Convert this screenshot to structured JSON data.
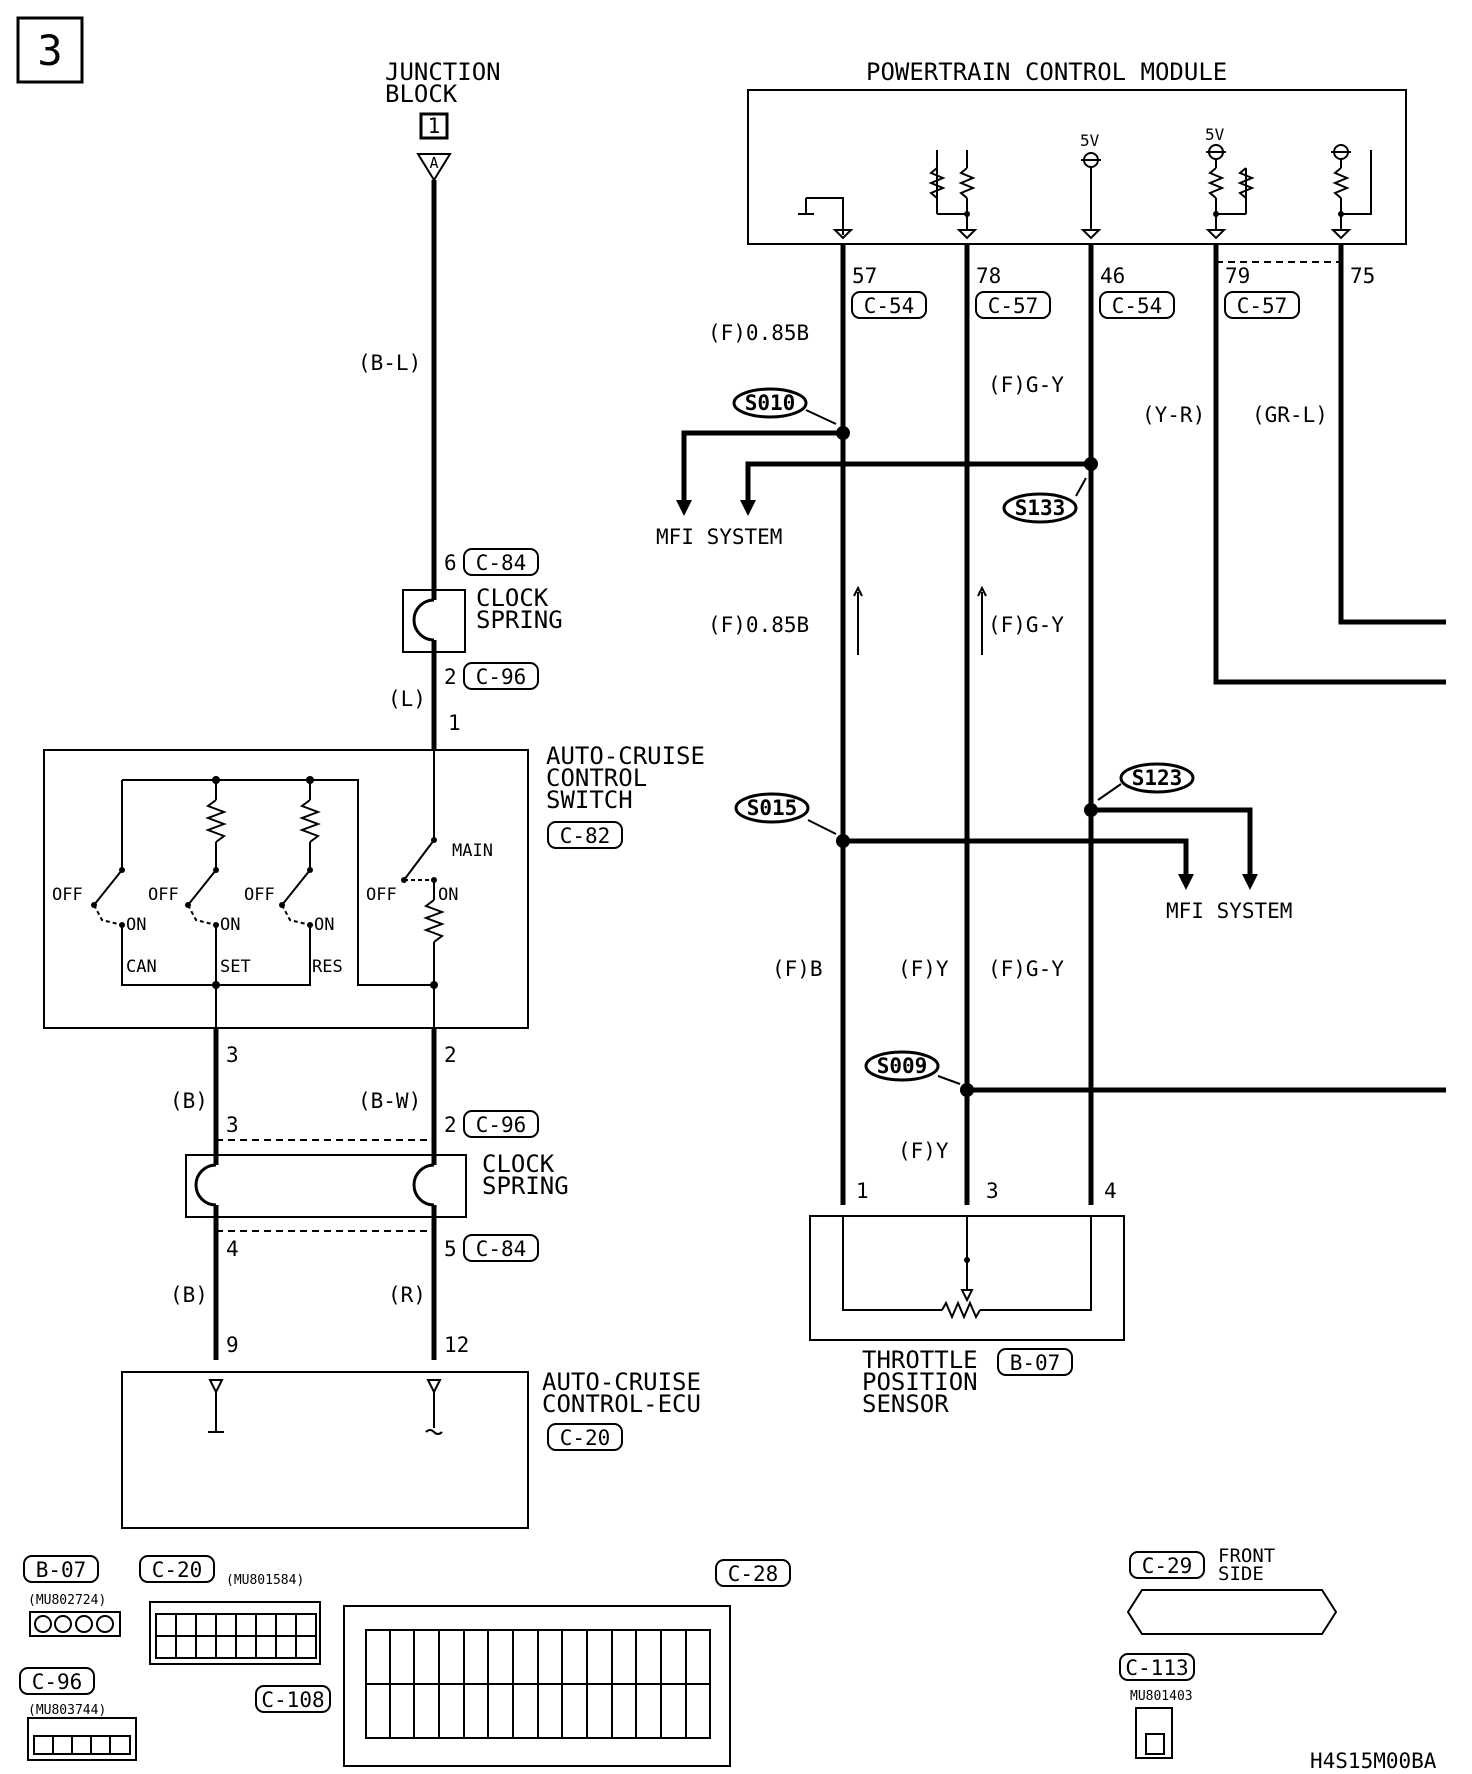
{
  "page_number": "3",
  "footer_code": "H4S15M00BA",
  "junction_block": {
    "title_line1": "JUNCTION",
    "title_line2": "BLOCK",
    "ref": "1",
    "terminal": "A"
  },
  "pcm": {
    "title": "POWERTRAIN CONTROL MODULE",
    "v1": "5V",
    "v2": "5V"
  },
  "pins": {
    "p57": "57",
    "p78": "78",
    "p46": "46",
    "p79": "79",
    "p75": "75",
    "c6": "6",
    "c2": "2",
    "c1": "1",
    "s3": "3",
    "s2": "2",
    "k3": "3",
    "k2": "2",
    "k4": "4",
    "k5": "5",
    "e9": "9",
    "e12": "12",
    "t1": "1",
    "t3": "3",
    "t4": "4"
  },
  "connectors": {
    "c54a": "C-54",
    "c57a": "C-57",
    "c54b": "C-54",
    "c57b": "C-57",
    "c84a": "C-84",
    "c96a": "C-96",
    "c82": "C-82",
    "c96b": "C-96",
    "c84b": "C-84",
    "c20": "C-20",
    "b07": "B-07"
  },
  "wires": {
    "bl": "(B-L)",
    "l": "(L)",
    "b1": "(B)",
    "bw": "(B-W)",
    "b2": "(B)",
    "r": "(R)",
    "f085b_1": "(F)0.85B",
    "fgy_1": "(F)G-Y",
    "yr": "(Y-R)",
    "grl": "(GR-L)",
    "f085b_2": "(F)0.85B",
    "fgy_2": "(F)G-Y",
    "fb": "(F)B",
    "fy_1": "(F)Y",
    "fgy_3": "(F)G-Y",
    "fy_2": "(F)Y"
  },
  "splices": {
    "s010": "S010",
    "s133": "S133",
    "s015": "S015",
    "s123": "S123",
    "s009": "S009"
  },
  "mfi_1": "MFI SYSTEM",
  "mfi_2": "MFI SYSTEM",
  "clock_spring_1": {
    "l1": "CLOCK",
    "l2": "SPRING"
  },
  "clock_spring_2": {
    "l1": "CLOCK",
    "l2": "SPRING"
  },
  "cruise_switch": {
    "l1": "AUTO-CRUISE",
    "l2": "CONTROL",
    "l3": "SWITCH",
    "main": "MAIN",
    "off": "OFF",
    "on": "ON",
    "can": "CAN",
    "set": "SET",
    "res": "RES"
  },
  "ecu": {
    "l1": "AUTO-CRUISE",
    "l2": "CONTROL-ECU"
  },
  "tps": {
    "l1": "THROTTLE",
    "l2": "POSITION",
    "l3": "SENSOR"
  },
  "legend": {
    "b07": "B-07",
    "mu_b07": "(MU802724)",
    "c20": "C-20",
    "mu_c20": "(MU801584)",
    "c96": "C-96",
    "mu_c96": "(MU803744)",
    "c28": "C-28",
    "c108": "C-108",
    "c29": "C-29",
    "front1": "FRONT",
    "front2": "SIDE",
    "c113": "C-113",
    "mu_c113": "MU801403"
  }
}
